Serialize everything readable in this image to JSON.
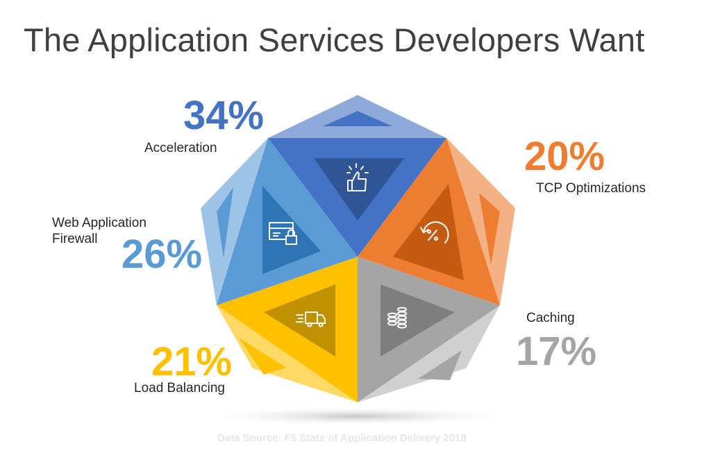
{
  "title": "The Application Services Developers Want",
  "source": "Data Source: F5 State of Application Delivery 2018",
  "chart_data": {
    "type": "diagram",
    "title": "The Application Services Developers Want",
    "segments": [
      {
        "label": "Acceleration",
        "value": 34,
        "display": "34%",
        "color": "#4472c4",
        "icon": "thumbs-up-icon"
      },
      {
        "label": "TCP Optimizations",
        "value": 20,
        "display": "20%",
        "color": "#ed7d31",
        "icon": "percent-refresh-icon"
      },
      {
        "label": "Caching",
        "value": 17,
        "display": "17%",
        "color": "#a5a5a5",
        "icon": "coin-stack-icon"
      },
      {
        "label": "Load Balancing",
        "value": 21,
        "display": "21%",
        "color": "#ffc000",
        "icon": "delivery-truck-icon"
      },
      {
        "label": "Web Application Firewall",
        "value": 26,
        "display": "26%",
        "color": "#5b9bd5",
        "icon": "secure-card-icon"
      }
    ]
  }
}
